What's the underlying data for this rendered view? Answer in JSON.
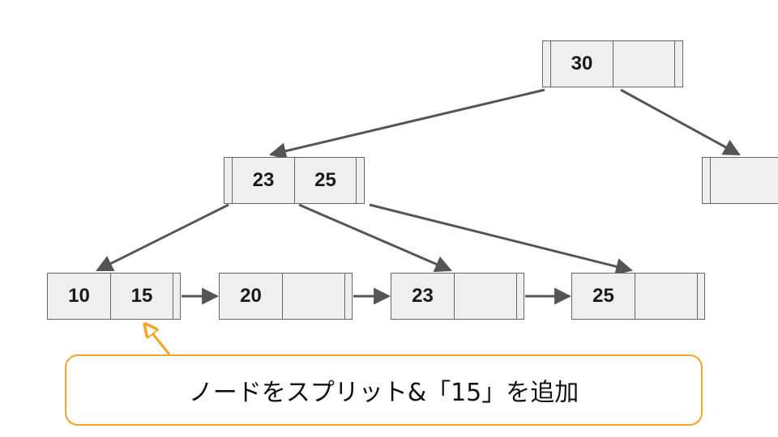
{
  "tree": {
    "root": {
      "keys": [
        "30",
        ""
      ]
    },
    "internal_left": {
      "keys": [
        "23",
        "25"
      ]
    },
    "internal_right": {
      "keys": [
        ""
      ]
    },
    "leaves": [
      {
        "keys": [
          "10",
          "15"
        ]
      },
      {
        "keys": [
          "20",
          ""
        ]
      },
      {
        "keys": [
          "23",
          ""
        ]
      },
      {
        "keys": [
          "25",
          ""
        ]
      }
    ]
  },
  "callout": {
    "text": "ノードをスプリット&「15」を追加"
  },
  "colors": {
    "node_fill": "#efefef",
    "node_border": "#666666",
    "edge": "#555555",
    "callout_accent": "#f4a623"
  }
}
